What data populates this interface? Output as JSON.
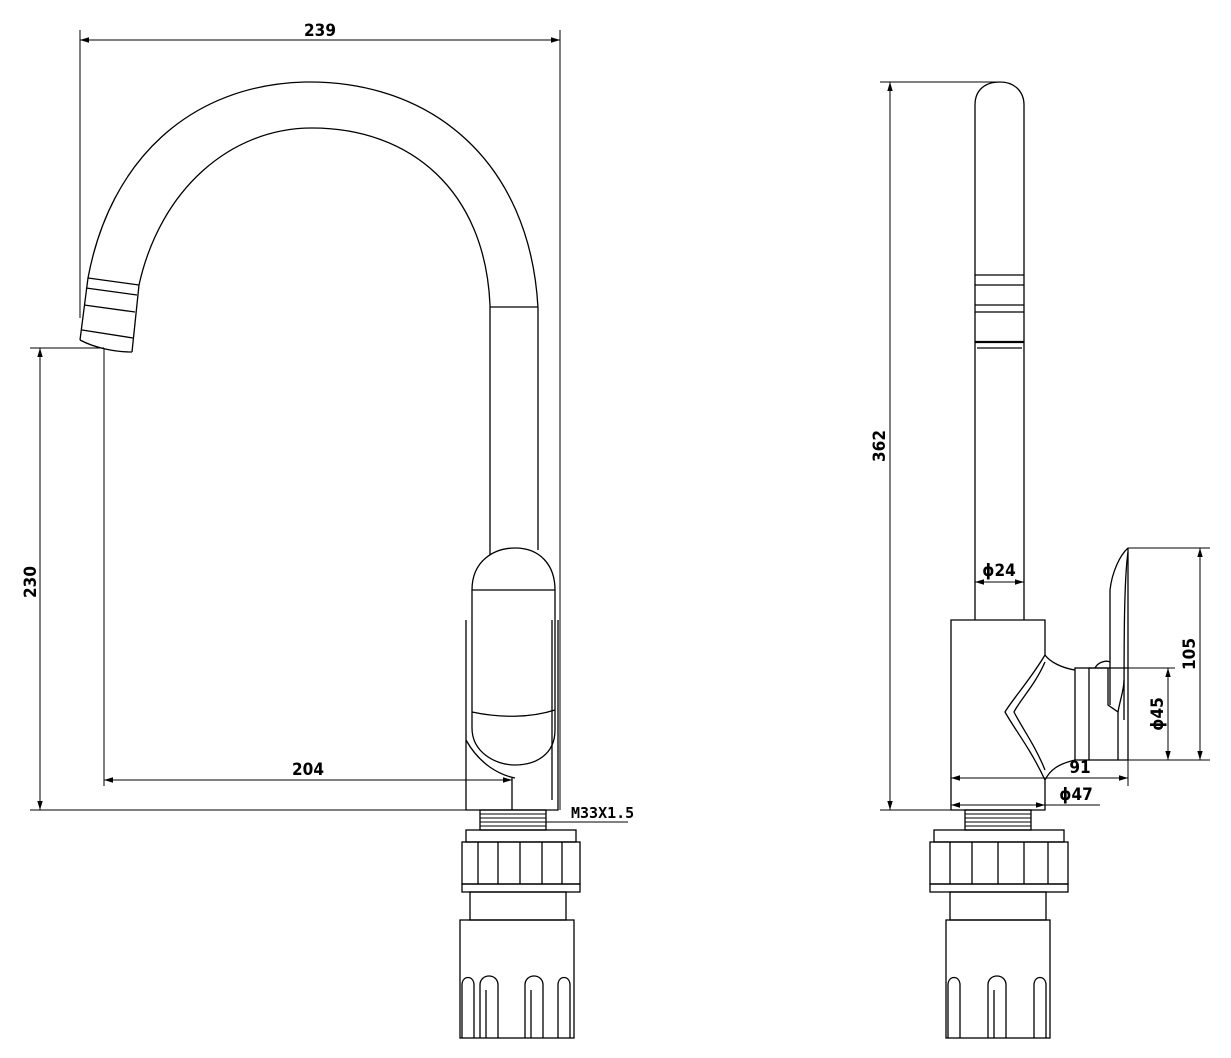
{
  "colors": {
    "line": "#000000",
    "background": "#ffffff"
  },
  "front_view": {
    "dim_width_total": "239",
    "dim_spout_height": "230",
    "dim_spout_reach": "204",
    "dim_thread": "M33X1.5"
  },
  "side_view": {
    "dim_total_height": "362",
    "dim_spout_dia": "ϕ24",
    "dim_handle_height": "105",
    "dim_handle_dia": "ϕ45",
    "dim_depth": "91",
    "dim_base_dia": "ϕ47"
  }
}
